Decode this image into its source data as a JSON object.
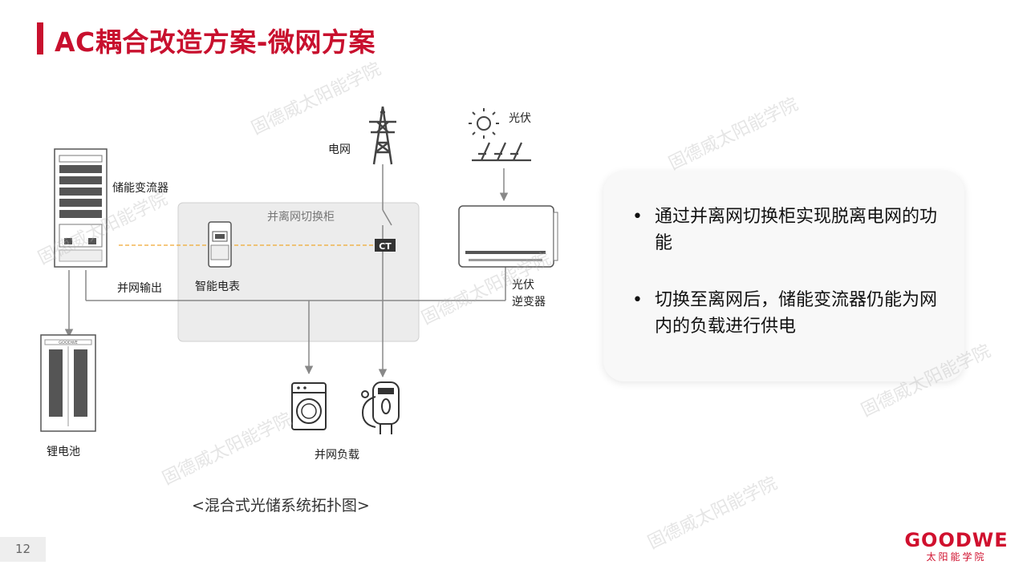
{
  "header": {
    "title": "AC耦合改造方案-微网方案"
  },
  "diagram": {
    "grid_label": "电网",
    "pv_label": "光伏",
    "pcs_label": "储能变流器",
    "cabinet_label": "并离网切换柜",
    "meter_label": "智能电表",
    "ct_label": "CT",
    "grid_output_label": "并网输出",
    "inverter_label_line1": "光伏",
    "inverter_label_line2": "逆变器",
    "battery_label": "锂电池",
    "load_label": "并网负载",
    "battery_brand": "GOODWE",
    "caption": "<混合式光储系统拓扑图>"
  },
  "watermark": "固德威太阳能学院",
  "card": {
    "bullet": "•",
    "points": [
      "通过并离网切换柜实现脱离电网的功能",
      "切换至离网后，储能变流器仍能为网内的负载进行供电"
    ]
  },
  "footer": {
    "page_number": "12",
    "logo_text": "GOODWE",
    "logo_subtext": "太阳能学院"
  },
  "colors": {
    "accent": "#c8102e",
    "signal_line": "#f0a830",
    "line": "#888888"
  }
}
